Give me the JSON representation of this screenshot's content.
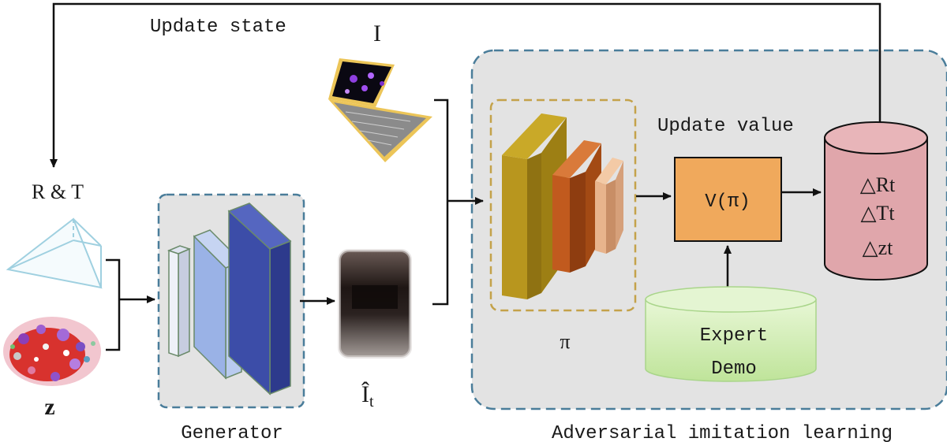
{
  "labels": {
    "update_state": "Update state",
    "input_image": "I",
    "update_value": "Update value",
    "pose": "R & T",
    "latent": "z",
    "generator": "Generator",
    "generated_image": "Î",
    "generated_image_subscript": "t",
    "policy": "π",
    "value_function": "V(π)",
    "expert_line1": "Expert",
    "expert_line2": "Demo",
    "delta_r": "△Rt",
    "delta_t": "△Tt",
    "delta_z": "△zt",
    "adversarial": "Adversarial imitation learning"
  },
  "colors": {
    "group_fill": "#e3e3e3",
    "group_border": "#4a7d9a",
    "policy_border": "#c4a24a",
    "value_fill": "#f0a95c",
    "cylinder_fill": "#e0a6ab",
    "expert_fill": "#d2eeb4",
    "gen_dark_blue": "#3c4da8",
    "gen_mid_blue": "#9ab2e6",
    "gen_light": "#e6ebf7",
    "policy_gold": "#b8961e",
    "policy_brown": "#c15a1e",
    "policy_peach": "#e8b48c"
  }
}
